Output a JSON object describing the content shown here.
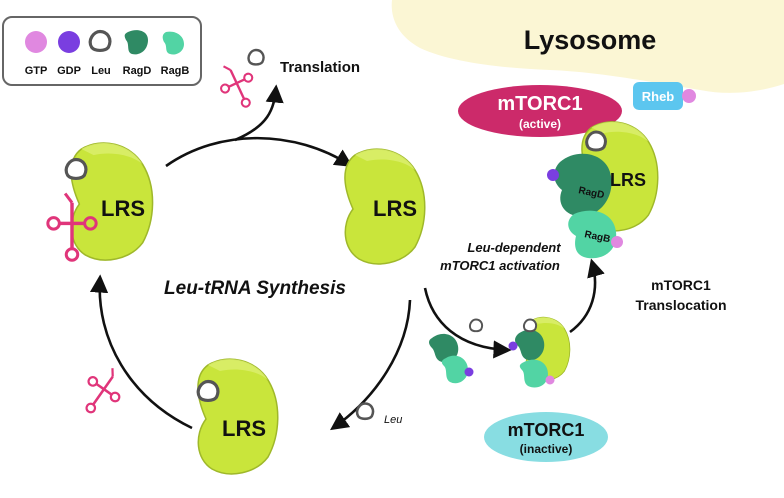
{
  "legend": {
    "items": [
      {
        "label": "GTP",
        "icon": "gtp-dot-icon",
        "color": "#e088e0"
      },
      {
        "label": "GDP",
        "icon": "gdp-dot-icon",
        "color": "#7a3ee0"
      },
      {
        "label": "Leu",
        "icon": "leu-ring-icon",
        "color": "#555555"
      },
      {
        "label": "RagD",
        "icon": "ragd-bean-icon",
        "color": "#2f8a64"
      },
      {
        "label": "RagB",
        "icon": "ragb-bean-icon",
        "color": "#52d4a4"
      }
    ]
  },
  "lysosome": {
    "title": "Lysosome",
    "color": "#fbf6d4"
  },
  "translation": {
    "label": "Translation"
  },
  "cycle": {
    "title": "Leu-tRNA Synthesis"
  },
  "lrs": {
    "label": "LRS",
    "color": "#c9e53b"
  },
  "leu_label": "Leu",
  "mtorc1_active": {
    "name": "mTORC1",
    "state": "(active)",
    "color": "#cc2a6a"
  },
  "rheb": {
    "label": "Rheb",
    "color": "#5cc6ef"
  },
  "ragd_label": "RagD",
  "ragb_label": "RagB",
  "activation": {
    "line1": "Leu-dependent",
    "line2": "mTORC1 activation"
  },
  "translocation": {
    "line1": "mTORC1",
    "line2": "Translocation"
  },
  "mtorc1_inactive": {
    "name": "mTORC1",
    "state": "(inactive)",
    "color": "#88dde2"
  },
  "trna_color": "#e0357a"
}
